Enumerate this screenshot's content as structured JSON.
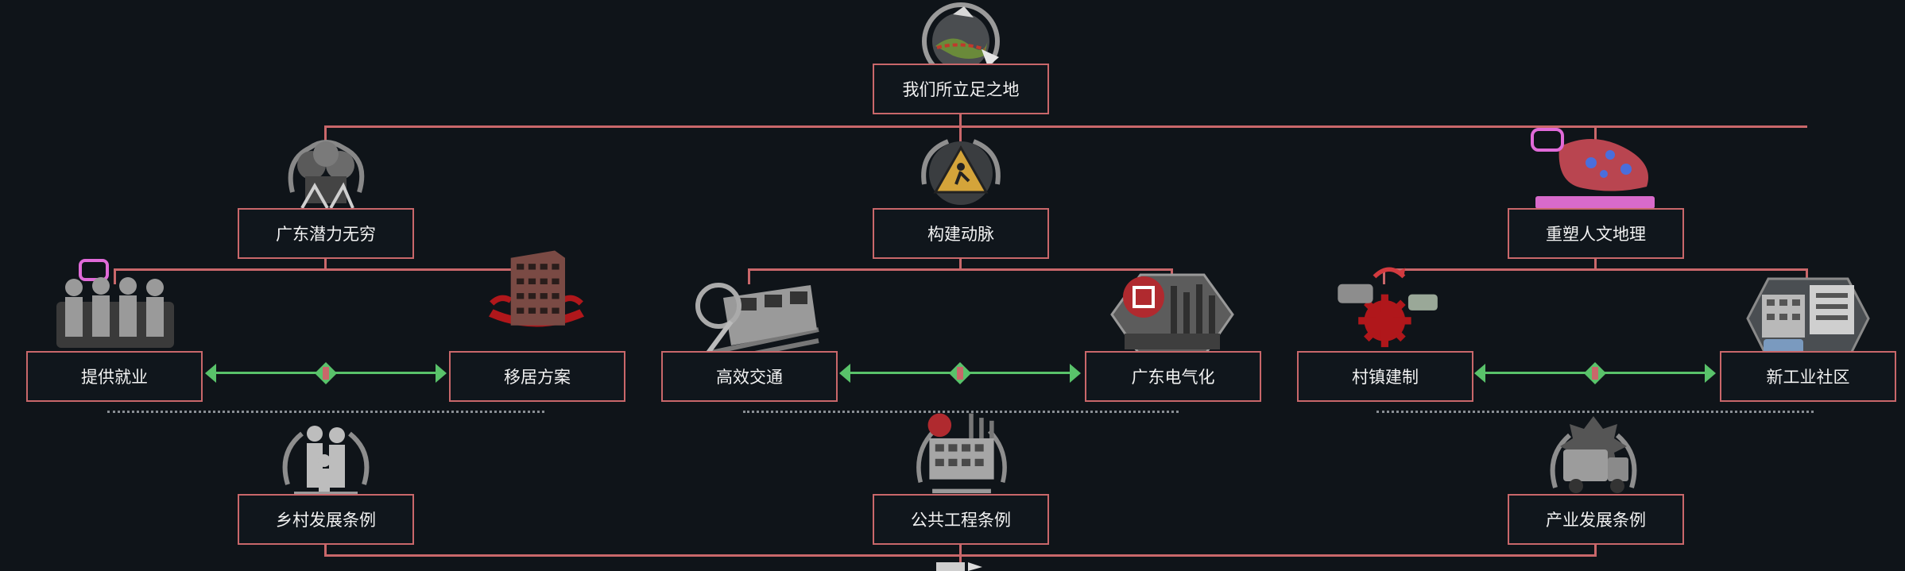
{
  "focus_tree": {
    "focuses": [
      {
        "id": "root",
        "label": "我们所立足之地",
        "icon": "map-wreath-icon"
      },
      {
        "id": "l1",
        "label": "广东潜力无穷",
        "icon": "industry-emblem-icon"
      },
      {
        "id": "c1",
        "label": "构建动脉",
        "icon": "road-work-sign-icon"
      },
      {
        "id": "r1",
        "label": "重塑人文地理",
        "icon": "neon-map-icon"
      },
      {
        "id": "jobs",
        "label": "提供就业",
        "icon": "workers-icon"
      },
      {
        "id": "reloc",
        "label": "移居方案",
        "icon": "apartment-building-icon"
      },
      {
        "id": "trans",
        "label": "高效交通",
        "icon": "train-icon"
      },
      {
        "id": "elec",
        "label": "广东电气化",
        "icon": "power-plant-icon"
      },
      {
        "id": "town",
        "label": "村镇建制",
        "icon": "gears-cars-icon"
      },
      {
        "id": "indcom",
        "label": "新工业社区",
        "icon": "factory-blocks-icon"
      },
      {
        "id": "rural",
        "label": "乡村发展条例",
        "icon": "family-wreath-icon"
      },
      {
        "id": "public",
        "label": "公共工程条例",
        "icon": "public-works-icon"
      },
      {
        "id": "indus",
        "label": "产业发展条例",
        "icon": "truck-wreath-icon"
      }
    ],
    "exclusive_icon": "mutually-exclusive-icon",
    "colors": {
      "border": "#c9676a",
      "exclusive": "#59c26a",
      "background": "#0f1419"
    }
  }
}
